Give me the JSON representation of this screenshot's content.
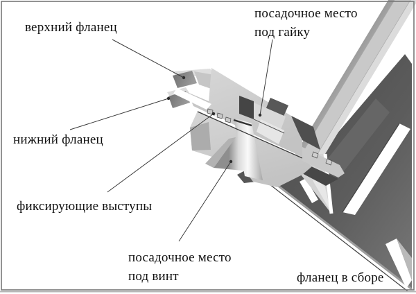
{
  "figure": {
    "type": "cad-cross-section-diagram",
    "subject": "flange assembly cutaway"
  },
  "labels": {
    "upper_flange": "верхний фланец",
    "lower_flange": "нижний фланец",
    "fixing_tabs": "фиксирующие выступы",
    "nut_seat": {
      "line1": "посадочное место",
      "line2": "под гайку"
    },
    "screw_seat": {
      "line1": "посадочное место",
      "line2": "под винт"
    },
    "assembly": "фланец в сборе"
  },
  "colors": {
    "background": "#ffffff",
    "frame": "#787878",
    "part_light": "#cccccc",
    "part_highlight": "#e2e2e2",
    "cut_face": "#828282",
    "dark_plate": "#565656",
    "recess": "#454545",
    "leader_line": "#3c3c3c",
    "text": "#111111"
  }
}
